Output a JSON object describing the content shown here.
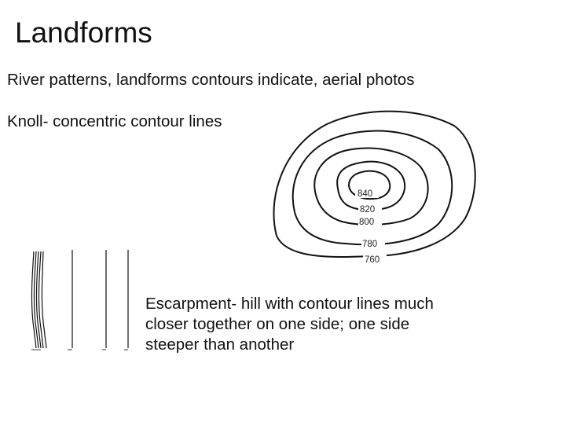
{
  "title": "Landforms",
  "subtitle": "River patterns, landforms contours indicate, aerial photos",
  "knoll": {
    "label": "Knoll- concentric contour lines",
    "elevations": [
      "840",
      "820",
      "800",
      "780",
      "760"
    ]
  },
  "escarpment": {
    "description": "Escarpment- hill with contour lines much closer together on one side; one side steeper than another"
  }
}
